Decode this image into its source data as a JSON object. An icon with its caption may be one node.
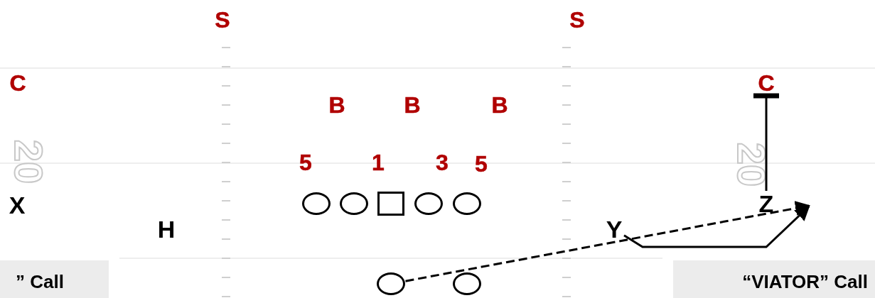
{
  "diagram": {
    "nodes": [
      {
        "text": [
          "C"
        ]
      },
      {
        "text": [],
        "shape": "circle"
      },
      {
        "text": [],
        "shape": "circle"
      },
      {
        "text": [],
        "shape": "box"
      },
      {
        "text": [],
        "shape": "circle"
      },
      {
        "text": [],
        "shape": "circle"
      },
      {
        "text": [
          "Z"
        ]
      },
      {
        "text": [
          "Y"
        ]
      },
      {
        "text": [],
        "shape": "circle"
      },
      {
        "text": [],
        "shape": "circle"
      }
    ],
    "edges": [
      {
        "from": 6,
        "to": 0,
        "arrow": "other"
      },
      {
        "from": 7,
        "to": null,
        "arrow": "to"
      },
      {
        "from": 8,
        "to": null,
        "arrow": "to",
        "style": "dashed"
      }
    ],
    "labels": [
      "S",
      "S",
      "C",
      "B",
      "B",
      "B",
      "20",
      "5",
      "1",
      "3",
      "5",
      "20",
      "X",
      "H",
      "” Call",
      "“VIATOR” Call"
    ]
  }
}
